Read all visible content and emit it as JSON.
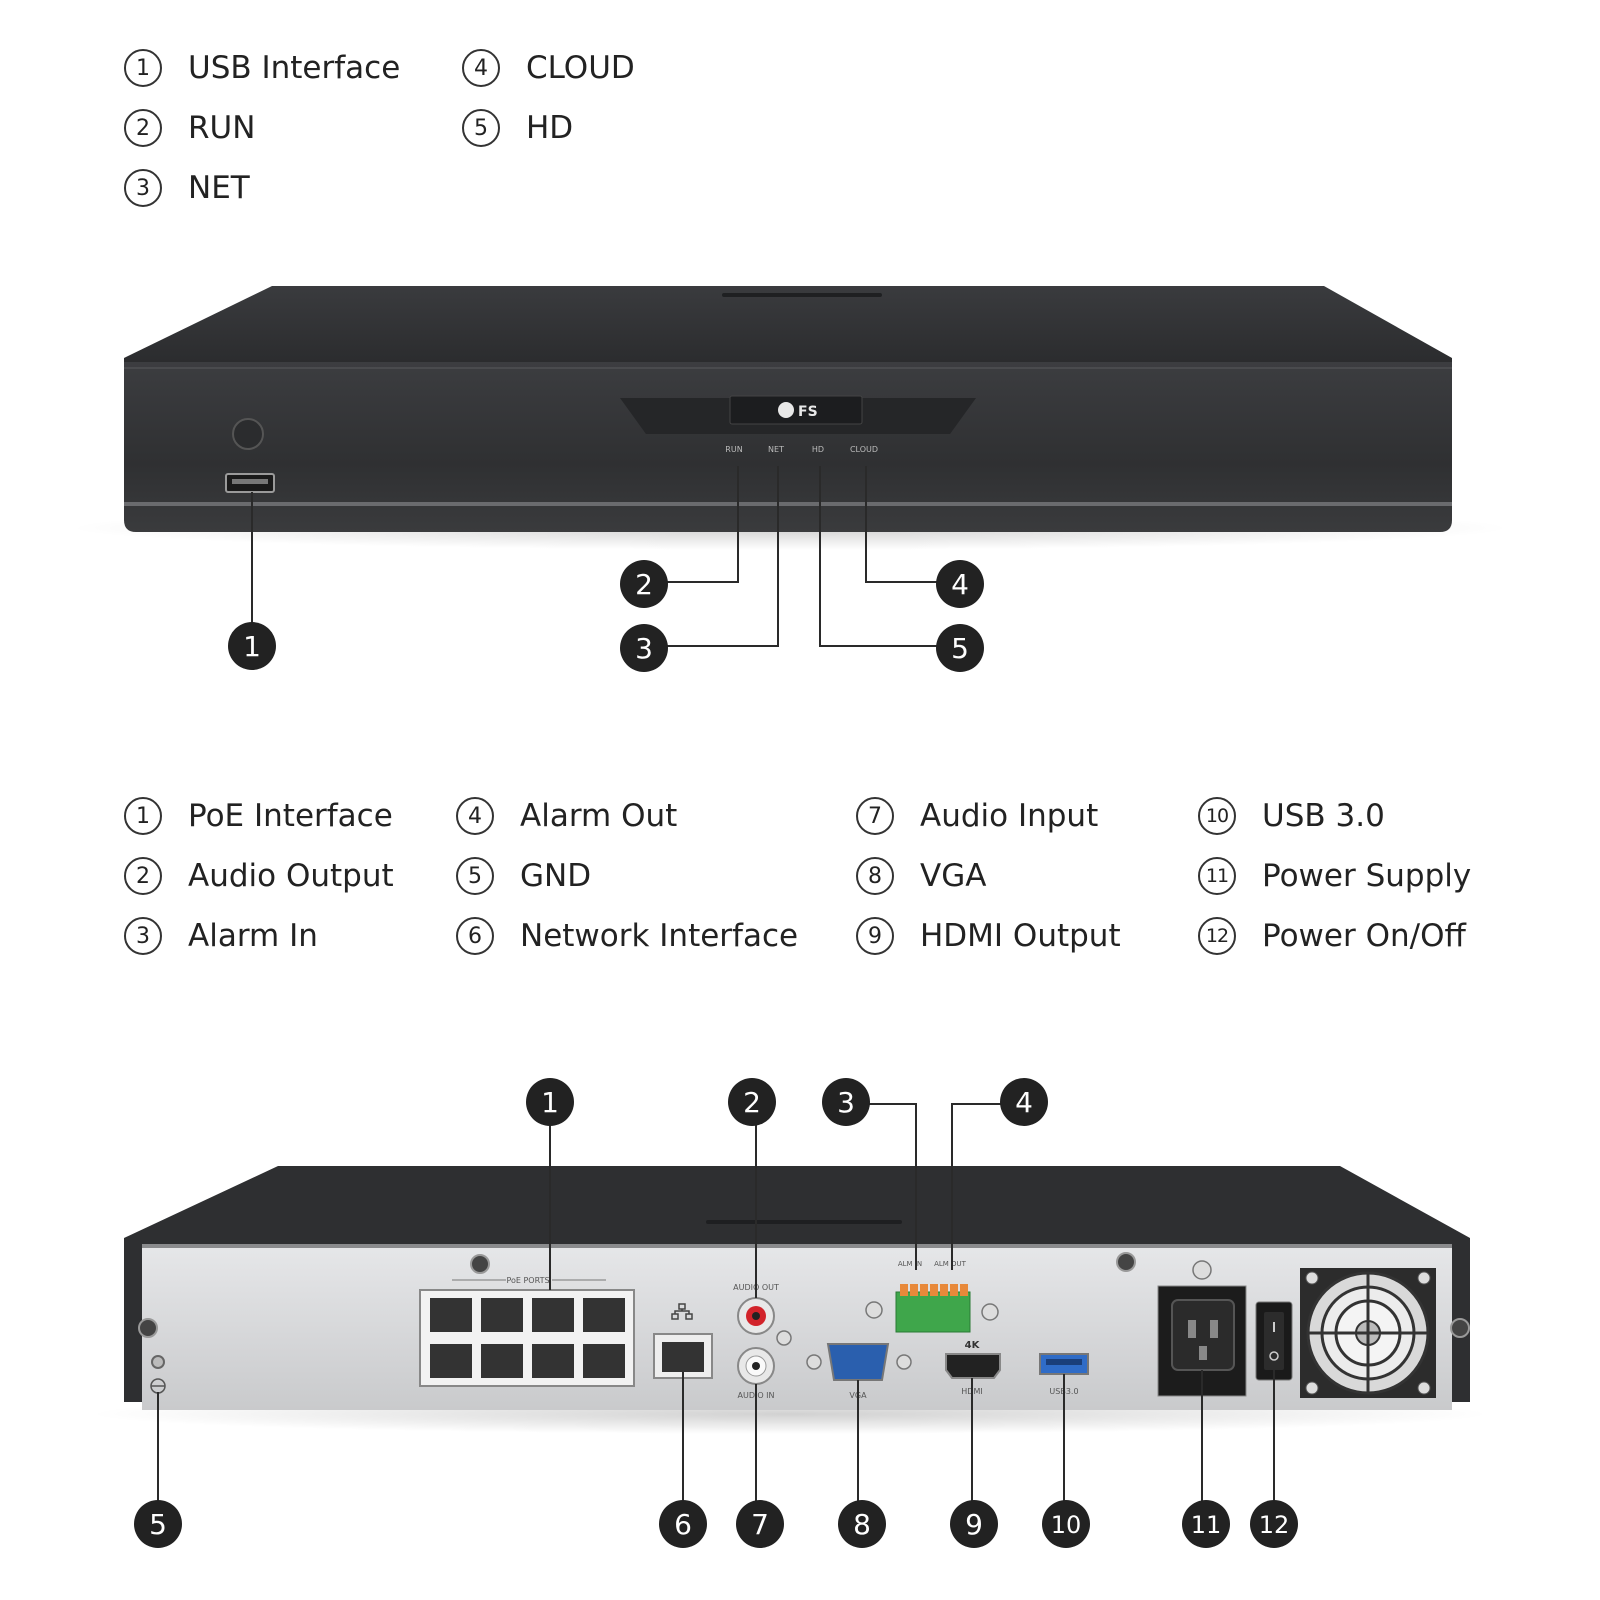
{
  "front_legend": [
    {
      "num": "1",
      "label": "USB Interface"
    },
    {
      "num": "2",
      "label": "RUN"
    },
    {
      "num": "3",
      "label": "NET"
    },
    {
      "num": "4",
      "label": "CLOUD"
    },
    {
      "num": "5",
      "label": "HD"
    }
  ],
  "rear_legend": [
    {
      "num": "1",
      "label": "PoE Interface"
    },
    {
      "num": "2",
      "label": "Audio Output"
    },
    {
      "num": "3",
      "label": "Alarm In"
    },
    {
      "num": "4",
      "label": "Alarm Out"
    },
    {
      "num": "5",
      "label": "GND"
    },
    {
      "num": "6",
      "label": "Network Interface"
    },
    {
      "num": "7",
      "label": "Audio Input"
    },
    {
      "num": "8",
      "label": "VGA"
    },
    {
      "num": "9",
      "label": "HDMI Output"
    },
    {
      "num": "10",
      "label": "USB 3.0"
    },
    {
      "num": "11",
      "label": "Power Supply"
    },
    {
      "num": "12",
      "label": "Power On/Off"
    }
  ],
  "front_panel": {
    "logo": "FS",
    "led_labels": [
      "RUN",
      "NET",
      "HD",
      "CLOUD"
    ]
  },
  "rear_panel": {
    "poe_label": "PoE PORTS",
    "audio_out_label": "AUDIO OUT",
    "audio_in_label": "AUDIO IN",
    "alarm_in_label": "ALM IN",
    "alarm_out_label": "ALM OUT",
    "vga_label": "VGA",
    "hdmi_top_label": "4K",
    "hdmi_label": "HDMI",
    "usb_label": "USB3.0"
  },
  "front_callouts": [
    "1",
    "2",
    "3",
    "4",
    "5"
  ],
  "rear_callouts": [
    "1",
    "2",
    "3",
    "4",
    "5",
    "6",
    "7",
    "8",
    "9",
    "10",
    "11",
    "12"
  ]
}
